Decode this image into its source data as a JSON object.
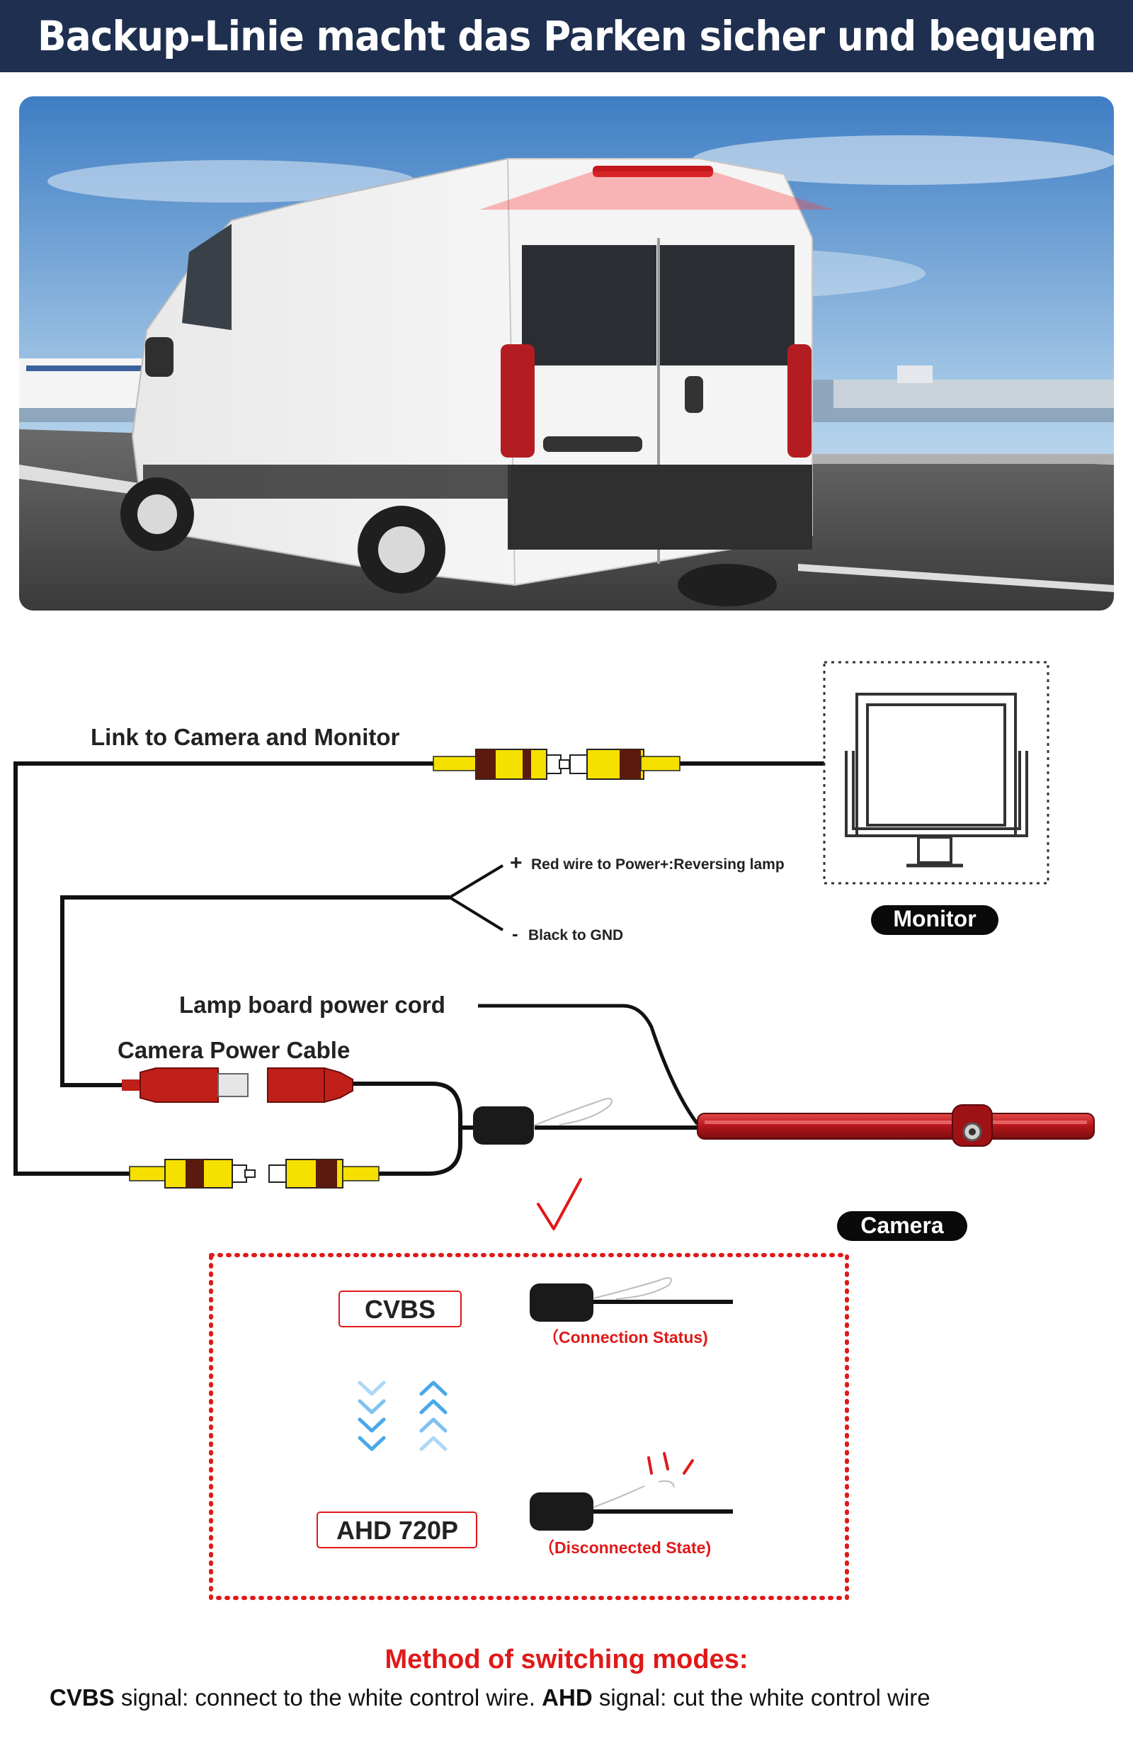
{
  "header": {
    "title": "Backup-Linie macht das Parken sicher und bequem"
  },
  "diagram": {
    "link_label": "Link to Camera and Monitor",
    "red_wire_label": "Red wire to Power+:Reversing lamp",
    "black_wire_label": "Black to GND",
    "plus_sign": "+",
    "minus_sign": "-",
    "lamp_cord_label": "Lamp board power cord",
    "camera_power_label": "Camera Power Cable",
    "monitor_badge": "Monitor",
    "camera_badge": "Camera",
    "cvbs_label": "CVBS",
    "ahd_label": "AHD 720P",
    "connection_status": "（Connection Status)",
    "disconnected_state": "（Disconnected State)"
  },
  "footer": {
    "title": "Method of switching modes:",
    "cvbs_term": "CVBS",
    "cvbs_text": " signal: connect to the white control wire. ",
    "ahd_term": "AHD",
    "ahd_text": " signal: cut the white control wire"
  },
  "colors": {
    "header_bg": "#1f2f4f",
    "accent_red": "#e01919",
    "rca_yellow": "#f5e000",
    "rca_brown": "#5a1a0e",
    "plug_red": "#c0201a",
    "arrow_blue": "#4aa8e8"
  }
}
